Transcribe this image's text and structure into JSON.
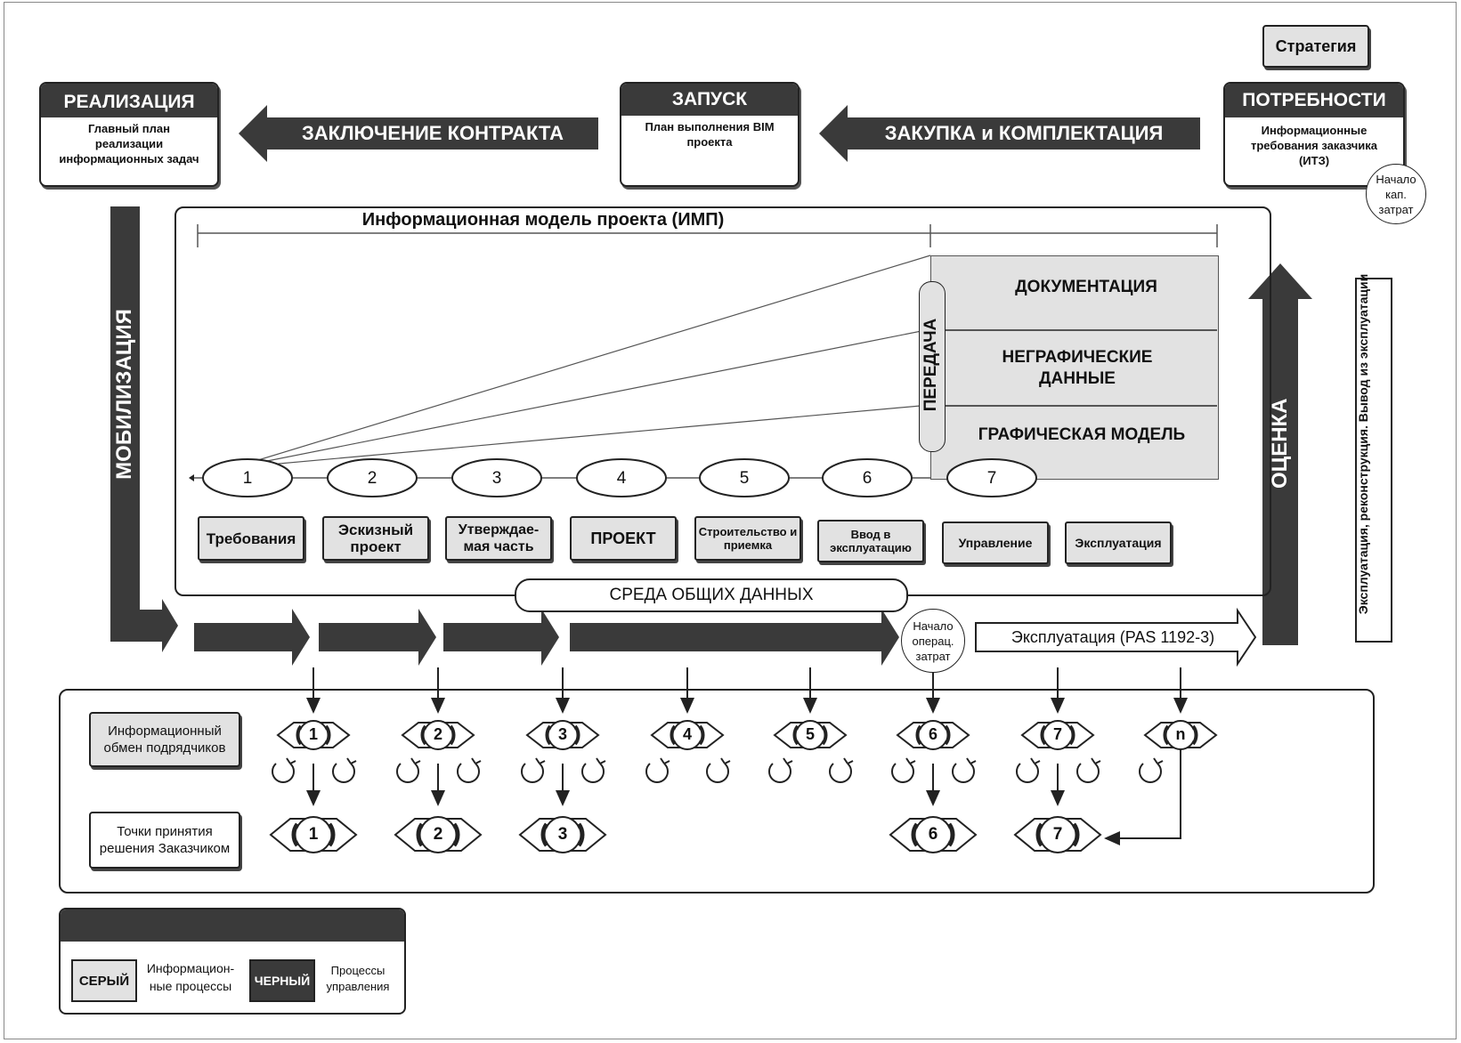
{
  "top": {
    "strategy": "Стратегия",
    "realization": {
      "title": "РЕАЛИЗАЦИЯ",
      "body": "Главный план реализации информационных задач"
    },
    "launch": {
      "title": "ЗАПУСК",
      "body": "План выполнения BIM проекта"
    },
    "needs": {
      "title": "ПОТРЕБНОСТИ",
      "body": "Информационные требования заказчика (ИТЗ)"
    },
    "cap_cost": "Начало кап. затрат",
    "arrow_contract": "ЗАКЛЮЧЕНИЕ КОНТРАКТА",
    "arrow_procurement": "ЗАКУПКА и КОМПЛЕКТАЦИЯ"
  },
  "side": {
    "mobilization": "МОБИЛИЗАЦИЯ",
    "evaluation": "ОЦЕНКА",
    "operation_note": "Эксплуатация, реконструкция. Вывод из эксплуатации"
  },
  "pim": {
    "title": "Информационная модель проекта (ИМП)",
    "transfer": "ПЕРЕДАЧА",
    "layers": [
      "ДОКУМЕНТАЦИЯ",
      "НЕГРАФИЧЕСКИЕ ДАННЫЕ",
      "ГРАФИЧЕСКАЯ МОДЕЛЬ"
    ],
    "stage_numbers": [
      "1",
      "2",
      "3",
      "4",
      "5",
      "6",
      "7"
    ],
    "stage_names": [
      "Требования",
      "Эскизный проект",
      "Утверждае-мая часть",
      "ПРОЕКТ",
      "Строительство и приемка",
      "Ввод в эксплуатацию",
      "Управление",
      "Эксплуатация"
    ]
  },
  "cde": "СРЕДА ОБЩИХ ДАННЫХ",
  "op_cost": "Начало операц. затрат",
  "operation_arrow": "Эксплуатация (PAS 1192-3)",
  "bottom": {
    "exchange_label": "Информационный обмен подрядчиков",
    "decision_label": "Точки принятия решения Заказчиком",
    "exchange_points": [
      "1",
      "2",
      "3",
      "4",
      "5",
      "6",
      "7",
      "n"
    ],
    "decision_points": [
      "1",
      "2",
      "3",
      "6",
      "7"
    ]
  },
  "legend": {
    "gray_key": "СЕРЫЙ",
    "gray_desc": "Информацион-ные процессы",
    "black_key": "ЧЕРНЫЙ",
    "black_desc": "Процессы управления"
  },
  "colors": {
    "dark": "#3a3a3a",
    "gray": "#e2e2e2",
    "line": "#222222"
  }
}
